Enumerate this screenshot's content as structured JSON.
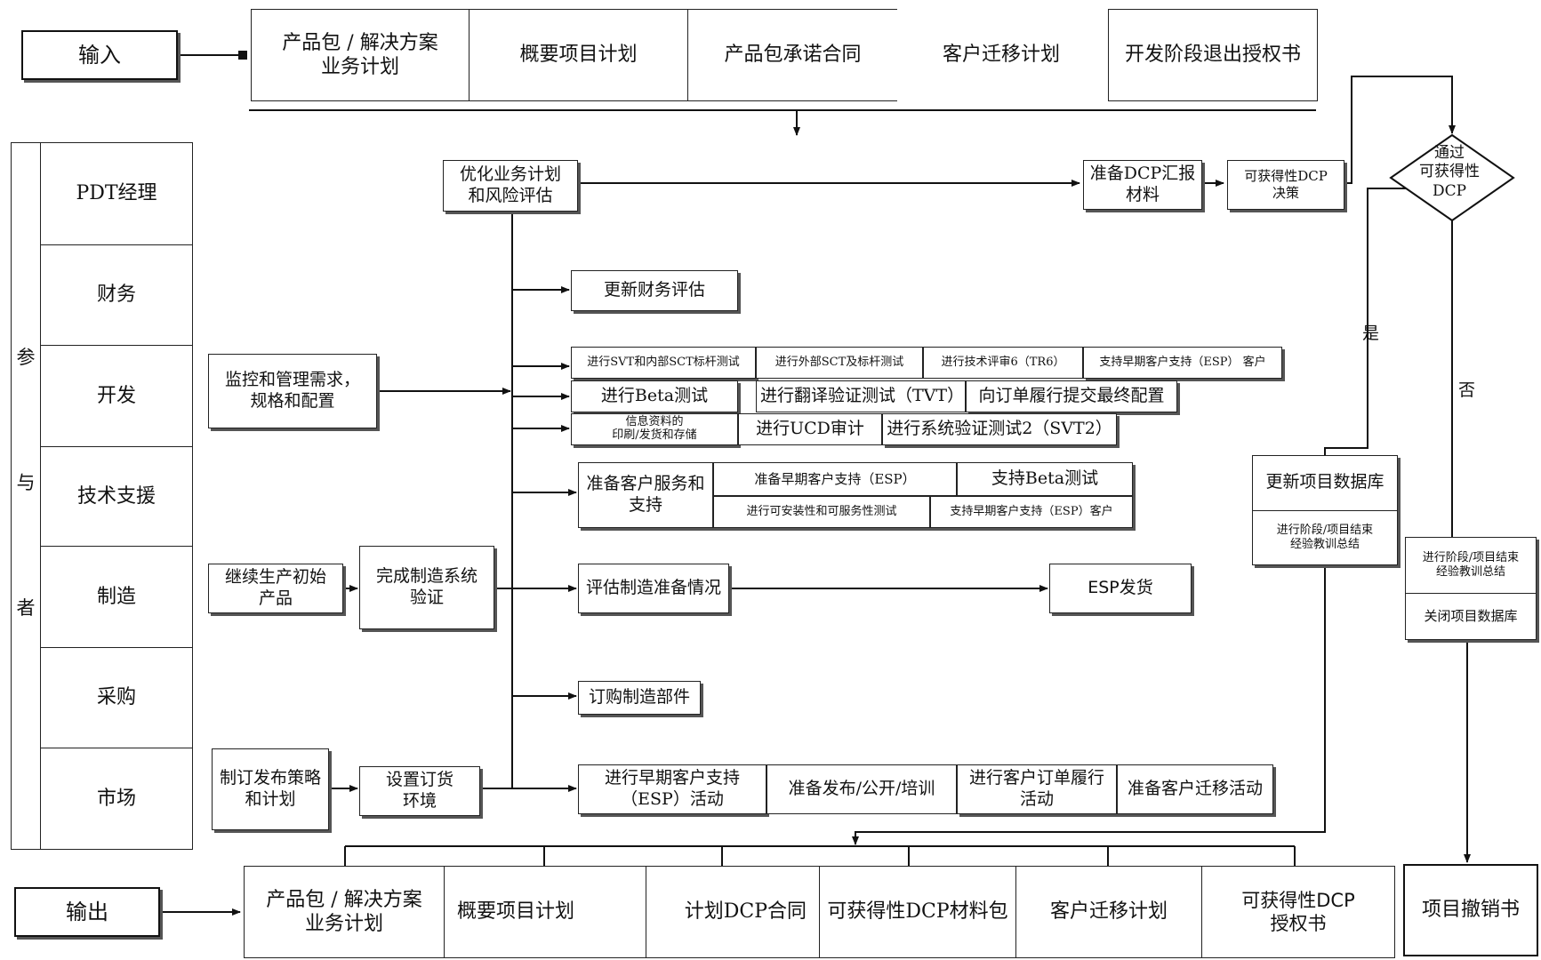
{
  "input": {
    "label": "输入",
    "items": [
      "产品包 / 解决方案\n业务计划",
      "概要项目计划",
      "产品包承诺合同",
      "客户迁移计划",
      "开发阶段退出授权书"
    ]
  },
  "participants": {
    "group_label": [
      "参",
      "与",
      "者"
    ],
    "roles": [
      "PDT经理",
      "财务",
      "开发",
      "技术支援",
      "制造",
      "采购",
      "市场"
    ]
  },
  "pdt": {
    "optimize": "优化业务计划\n和风险评估",
    "prepare_dcp": "准备DCP汇报\n材料",
    "dcp_decision": "可获得性DCP\n决策",
    "diamond": "通过\n可获得性\nDCP",
    "yes": "是",
    "no": "否"
  },
  "finance": {
    "update": "更新财务评估"
  },
  "dev": {
    "monitor": "监控和管理需求，\n规格和配置",
    "row1": [
      "进行SVT和内部SCT标杆测试",
      "进行外部SCT及标杆测试",
      "进行技术评审6（TR6）",
      "支持早期客户支持（ESP） 客户"
    ],
    "row2": [
      "进行Beta测试",
      "进行翻译验证测试（TVT）",
      "向订单履行提交最终配置"
    ],
    "row3": [
      "信息资料的\n印刷/发货和存储",
      "进行UCD审计",
      "进行系统验证测试2（SVT2）"
    ]
  },
  "support": {
    "prepare": "准备客户服务和\n支持",
    "row1": [
      "准备早期客户支持（ESP）",
      "支持Beta测试"
    ],
    "row2": [
      "进行可安装性和可服务性测试",
      "支持早期客户支持（ESP）客户"
    ]
  },
  "mfg": {
    "continue": "继续生产初始\n产品",
    "complete": "完成制造系统\n验证",
    "assess": "评估制造准备情况",
    "esp": "ESP发货"
  },
  "purchase": {
    "order": "订购制造部件"
  },
  "market": {
    "strategy": "制订发布策略\n和计划",
    "env": "设置订货\n环境",
    "items": [
      "进行早期客户支持\n（ESP）活动",
      "准备发布/公开/培训",
      "进行客户订单履行\n活动",
      "准备客户迁移活动"
    ]
  },
  "right": {
    "update_db": "更新项目数据库",
    "lessons": "进行阶段/项目结束\n经验教训总结",
    "lessons2": "进行阶段/项目结束\n经验教训总结",
    "close_db": "关闭项目数据库",
    "cancel": "项目撤销书"
  },
  "output": {
    "label": "输出",
    "items": [
      "产品包 / 解决方案\n业务计划",
      "概要项目计划",
      "计划DCP合同",
      "可获得性DCP材料包",
      "客户迁移计划",
      "可获得性DCP\n授权书"
    ]
  }
}
